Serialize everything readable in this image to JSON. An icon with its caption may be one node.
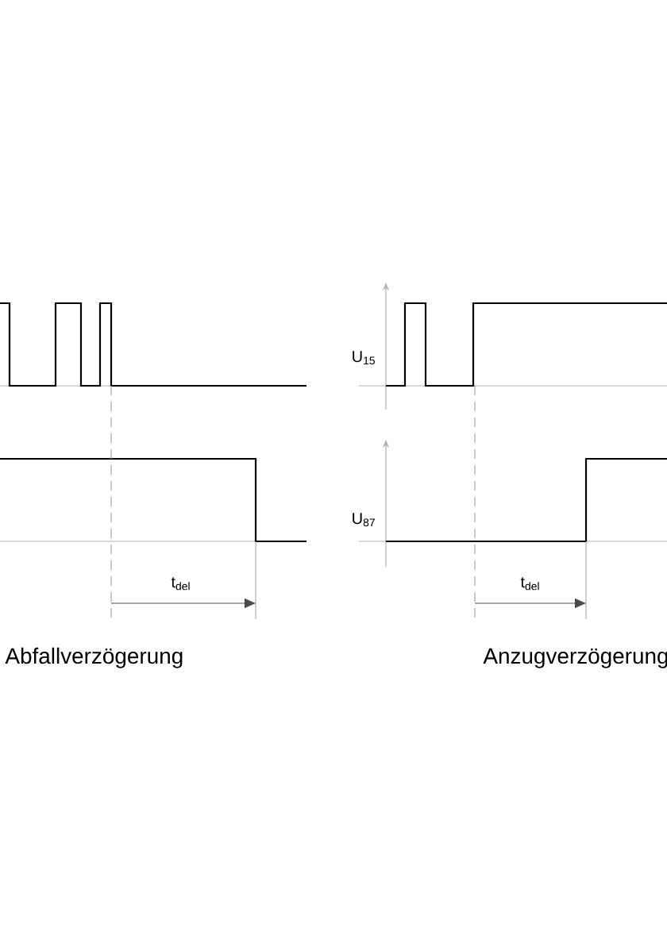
{
  "diagram": {
    "labels": [
      "t$_{del}$",
      "Abfallverzögerung",
      "U$_{15}$",
      "U$_{87}$",
      "t$_{del}$",
      "Anzugverzögerung"
    ]
  }
}
